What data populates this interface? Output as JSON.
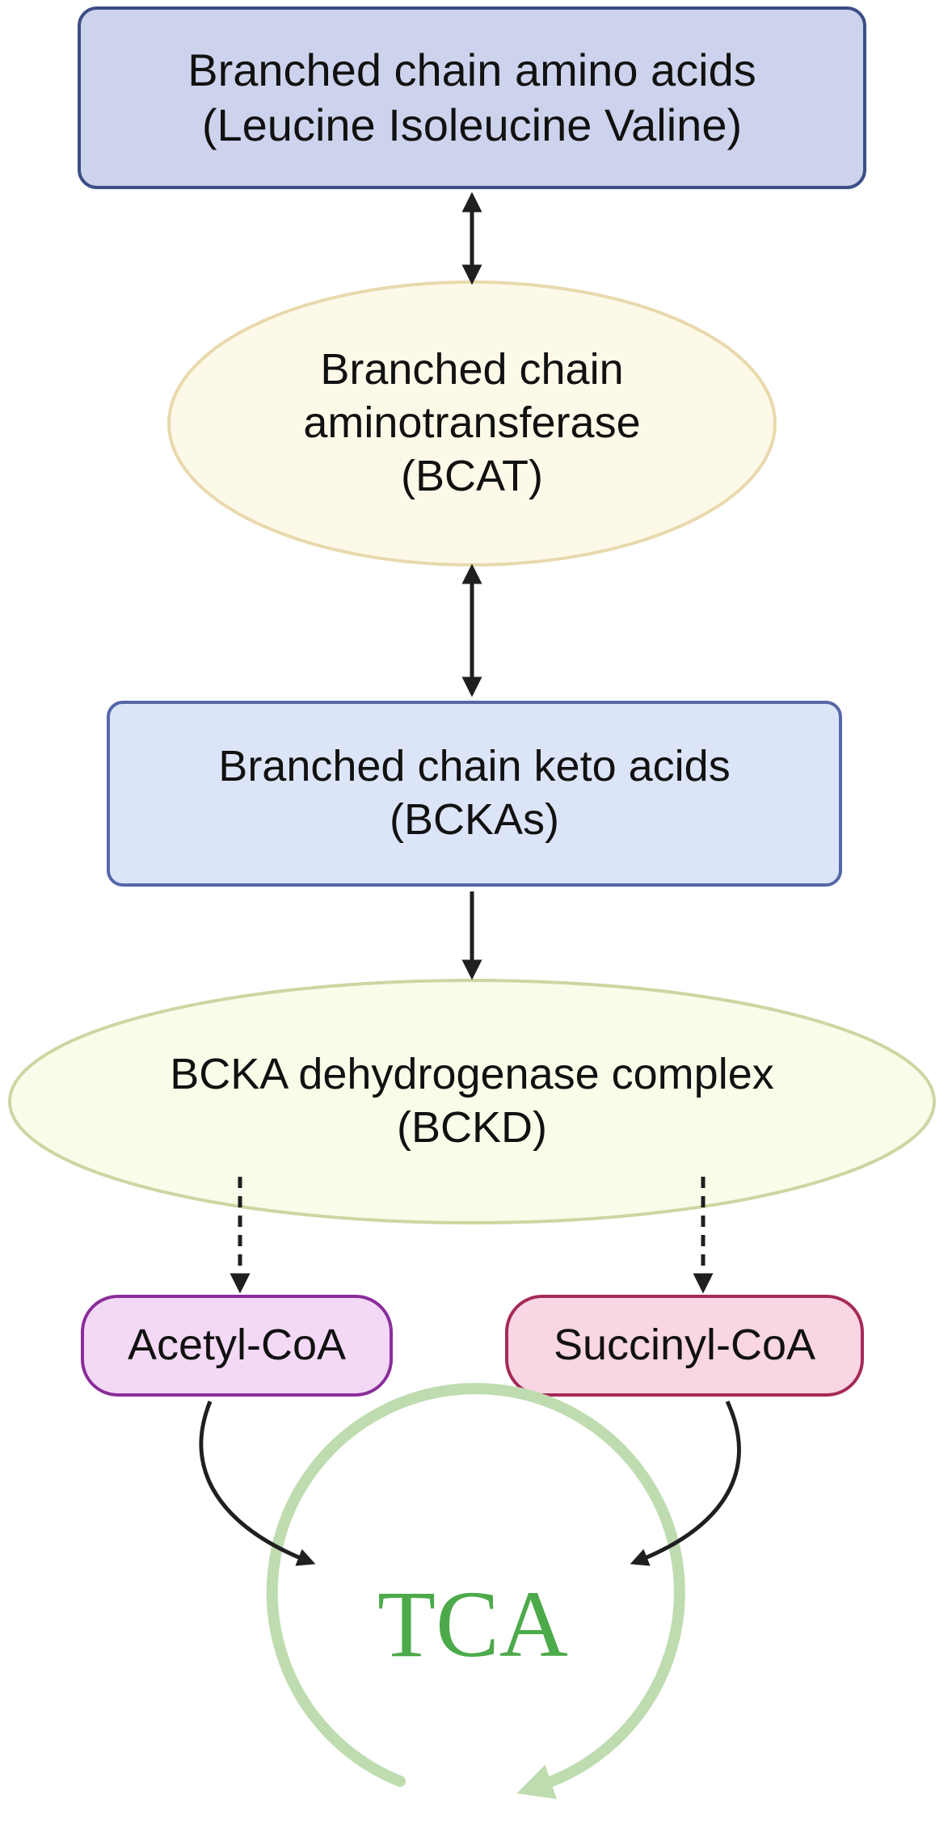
{
  "nodes": {
    "bcaa": {
      "line1": "Branched chain amino acids",
      "line2": "(Leucine Isoleucine Valine)",
      "fill": "#cdd3ec",
      "stroke": "#3d4e86"
    },
    "bcat": {
      "line1": "Branched chain",
      "line2": "aminotransferase",
      "line3": "(BCAT)",
      "fill": "#fdf9e8",
      "stroke": "#e8d9ad"
    },
    "bckas": {
      "line1": "Branched chain keto acids",
      "line2": "(BCKAs)",
      "fill": "#dce4f8",
      "stroke": "#5667a8"
    },
    "bckd": {
      "line1": "BCKA dehydrogenase complex",
      "line2": "(BCKD)",
      "fill": "#fafbe8",
      "stroke": "#cdd6a2"
    },
    "acetyl": {
      "label": "Acetyl-CoA",
      "fill": "#f3d9f6",
      "stroke": "#8a2d9a"
    },
    "succinyl": {
      "label": "Succinyl-CoA",
      "fill": "#f8d6e4",
      "stroke": "#a52a57"
    },
    "tca": {
      "label": "TCA",
      "ring_color": "#bfdcb0",
      "text_color": "#4caa4a"
    }
  },
  "arrow_color": "#1f1f1f"
}
